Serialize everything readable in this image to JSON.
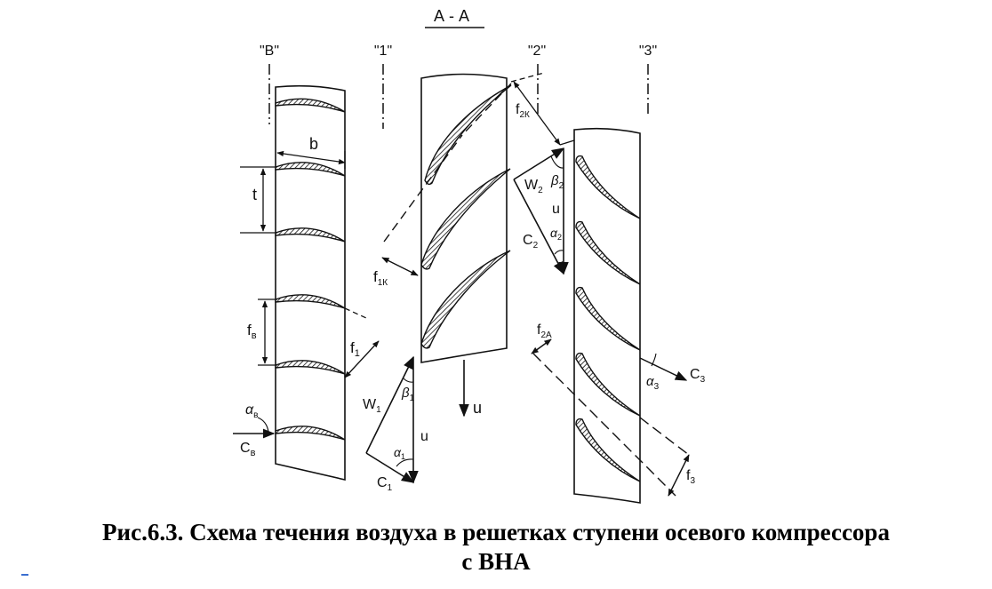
{
  "diagram": {
    "section_label": "А - А",
    "stations": [
      "\"В\"",
      "\"1\"",
      "\"2\"",
      "\"3\""
    ],
    "labels": {
      "b": "b",
      "t": "t",
      "f_v": "f",
      "f_v_sub": "в",
      "f_1": "f",
      "f_1_sub": "1",
      "f_1k": "f",
      "f_1k_sub": "1К",
      "f_2k": "f",
      "f_2k_sub": "2К",
      "f_2a": "f",
      "f_2a_sub": "2А",
      "f_3": "f",
      "f_3_sub": "3",
      "alpha_v": "α",
      "alpha_v_sub": "в",
      "c_v": "С",
      "c_v_sub": "в",
      "w_1": "W",
      "w_1_sub": "1",
      "beta_1": "β",
      "beta_1_sub": "1",
      "u_1": "u",
      "alpha_1": "α",
      "alpha_1_sub": "1",
      "c_1": "С",
      "c_1_sub": "1",
      "u_rotor": "u",
      "w_2": "W",
      "w_2_sub": "2",
      "beta_2": "β",
      "beta_2_sub": "2",
      "u_2": "u",
      "c_2": "С",
      "c_2_sub": "2",
      "alpha_2": "α",
      "alpha_2_sub": "2",
      "alpha_3": "α",
      "alpha_3_sub": "3",
      "c_3": "С",
      "c_3_sub": "3"
    }
  },
  "caption": {
    "line1": "Рис.6.3. Схема течения воздуха в решетках ступени осевого компрессора",
    "line2": "с ВНА"
  }
}
